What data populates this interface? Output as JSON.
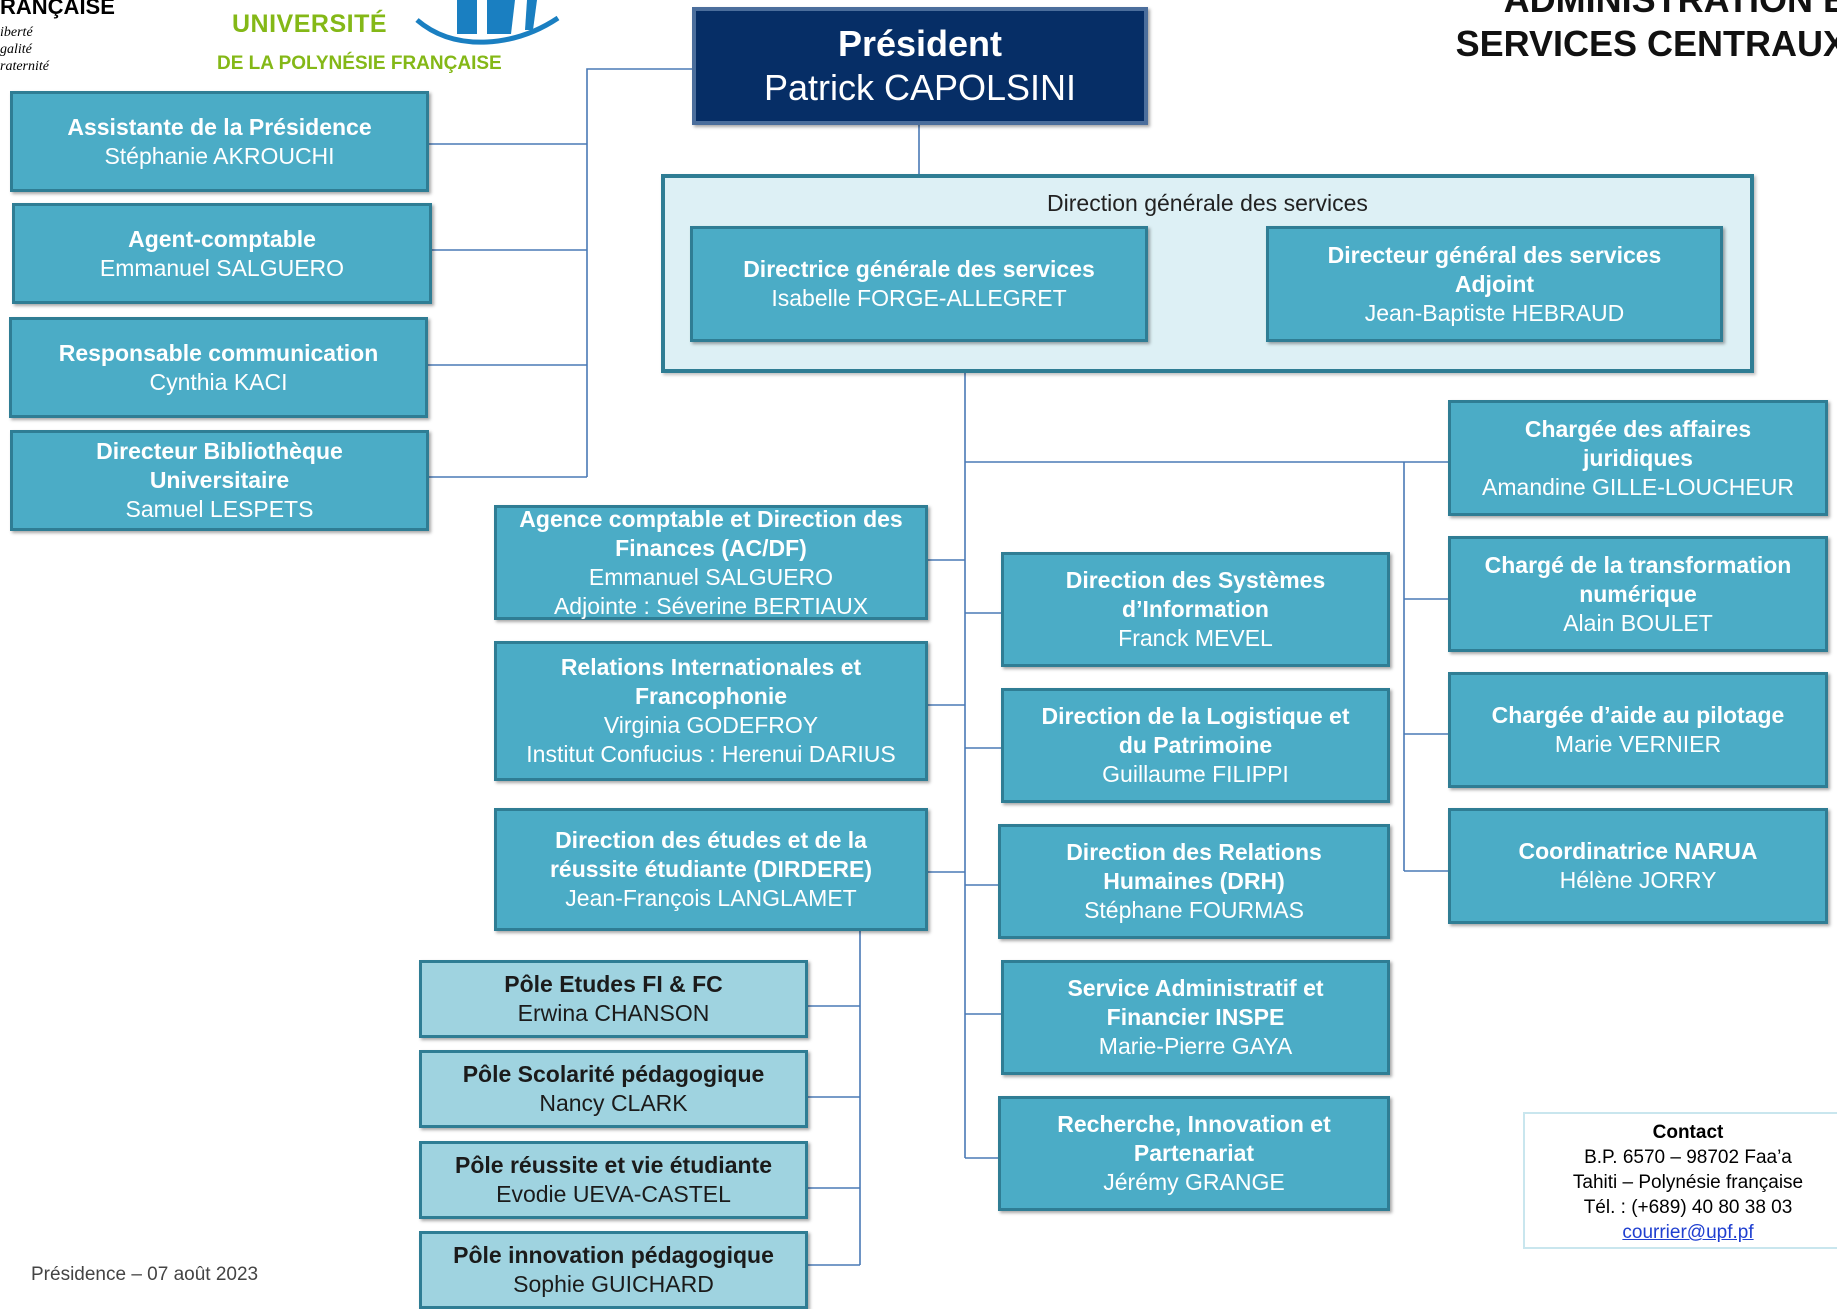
{
  "header": {
    "republic": "RANÇAISE",
    "motto": [
      "iberté",
      "galité",
      "raternité"
    ],
    "university_name": "UNIVERSITÉ",
    "university_sub": "DE LA POLYNÉSIE FRANÇAISE",
    "doc_title": [
      "ADMINISTRATION E",
      "SERVICES CENTRAUX"
    ]
  },
  "president": {
    "title": "Président",
    "name": "Patrick CAPOLSINI"
  },
  "left_staff": [
    {
      "title": "Assistante de la Présidence",
      "name": "Stéphanie AKROUCHI"
    },
    {
      "title": "Agent-comptable",
      "name": "Emmanuel SALGUERO"
    },
    {
      "title": "Responsable communication",
      "name": "Cynthia KACI"
    },
    {
      "title": "Directeur Bibliothèque Universitaire",
      "name": "Samuel LESPETS"
    }
  ],
  "dgs": {
    "title": "Direction générale des services",
    "dgs": {
      "title": "Directrice générale des services",
      "name": "Isabelle FORGE-ALLEGRET"
    },
    "deputy": {
      "title": "Directeur général des services Adjoint",
      "name": "Jean-Baptiste HEBRAUD"
    }
  },
  "directions_left": [
    {
      "title": "Agence comptable et Direction des Finances (AC/DF)",
      "name": "Emmanuel SALGUERO",
      "extra": "Adjointe : Séverine BERTIAUX"
    },
    {
      "title": "Relations Internationales et Francophonie",
      "name": "Virginia GODEFROY",
      "extra": "Institut Confucius : Herenui DARIUS"
    },
    {
      "title": "Direction des études et de la réussite étudiante (DIRDERE)",
      "name": "Jean-François LANGLAMET"
    }
  ],
  "poles": [
    {
      "title": "Pôle Etudes FI & FC",
      "name": "Erwina CHANSON"
    },
    {
      "title": "Pôle Scolarité pédagogique",
      "name": "Nancy CLARK"
    },
    {
      "title": "Pôle réussite et vie étudiante",
      "name": "Evodie UEVA-CASTEL"
    },
    {
      "title": "Pôle innovation pédagogique",
      "name": "Sophie GUICHARD"
    }
  ],
  "directions_center": [
    {
      "title": "Direction des Systèmes d’Information",
      "name": "Franck MEVEL"
    },
    {
      "title": "Direction de la Logistique et du Patrimoine",
      "name": "Guillaume FILIPPI"
    },
    {
      "title": "Direction des Relations Humaines (DRH)",
      "name": "Stéphane FOURMAS"
    },
    {
      "title": "Service Administratif et Financier INSPE",
      "name": "Marie-Pierre GAYA"
    },
    {
      "title": "Recherche, Innovation et Partenariat",
      "name": "Jérémy GRANGE"
    }
  ],
  "right_staff": [
    {
      "title": "Chargée des affaires juridiques",
      "name": "Amandine GILLE-LOUCHEUR"
    },
    {
      "title": "Chargé de la transformation numérique",
      "name": "Alain BOULET"
    },
    {
      "title": "Chargée d’aide au pilotage",
      "name": "Marie VERNIER"
    },
    {
      "title": "Coordinatrice NARUA",
      "name": "Hélène JORRY"
    }
  ],
  "contact": {
    "title": "Contact",
    "line1": "B.P. 6570 – 98702 Faa’a",
    "line2": "Tahiti – Polynésie française",
    "phone": "Tél. : (+689) 40 80 38 03",
    "email": "courrier@upf.pf"
  },
  "footer": "Présidence – 07 août 2023",
  "colors": {
    "box": "#4bacc6",
    "box_border": "#2f7d94",
    "president": "#062e66",
    "pole": "#9fd3e0",
    "dgs_bg": "#ddf0f5",
    "logo_green": "#84b817",
    "logo_blue": "#1a7fc1"
  }
}
